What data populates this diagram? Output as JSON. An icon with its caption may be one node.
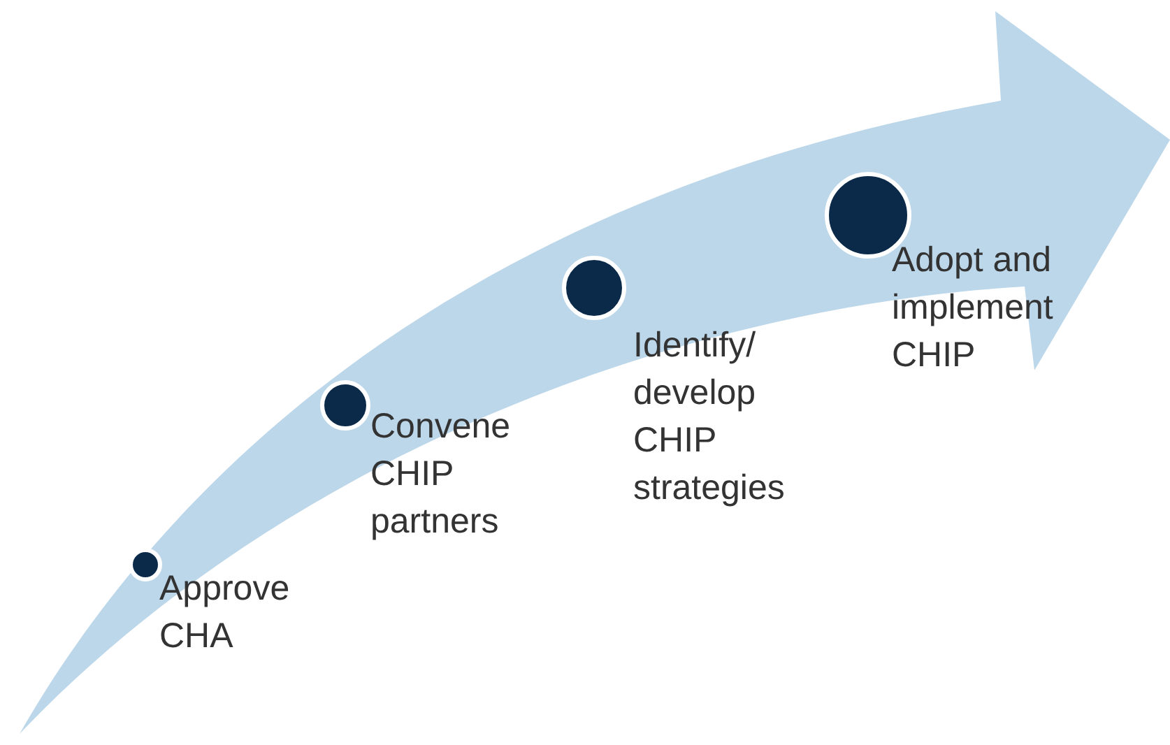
{
  "diagram": {
    "nodes": [
      {
        "text": [],
        "shape": "arrow"
      },
      {
        "text": [],
        "shape": "circle",
        "in": 0,
        "beside": [
          "Approve CHA"
        ]
      },
      {
        "text": [],
        "shape": "circle",
        "in": 0,
        "beside": [
          "Convene CHIP partners"
        ]
      },
      {
        "text": [],
        "shape": "circle",
        "in": 0,
        "beside": [
          "Identify/ develop CHIP strategies"
        ]
      },
      {
        "text": [],
        "shape": "circle",
        "in": 0,
        "beside": [
          "Adopt and implement CHIP"
        ]
      }
    ],
    "edges": []
  }
}
